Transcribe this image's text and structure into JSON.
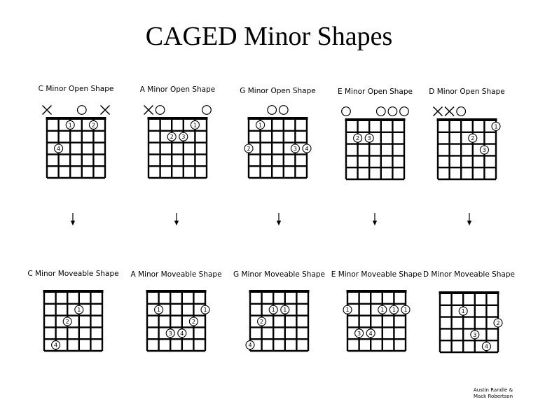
{
  "title": "CAGED Minor Shapes",
  "credits": [
    "Austin Randle &",
    "Mack Robertson"
  ],
  "diagram_data": {
    "open_shapes": [
      {
        "label": "C Minor Open Shape",
        "open_muted": [
          "x",
          "",
          "",
          "o",
          "",
          "x"
        ],
        "notes": [
          {
            "string": 3,
            "fret": 1,
            "finger": "1"
          },
          {
            "string": 5,
            "fret": 1,
            "finger": "2"
          },
          {
            "string": 2,
            "fret": 3,
            "finger": "4"
          }
        ]
      },
      {
        "label": "A Minor Open Shape",
        "open_muted": [
          "x",
          "o",
          "",
          "",
          "",
          "o"
        ],
        "notes": [
          {
            "string": 5,
            "fret": 1,
            "finger": "1"
          },
          {
            "string": 3,
            "fret": 2,
            "finger": "2"
          },
          {
            "string": 4,
            "fret": 2,
            "finger": "3"
          }
        ]
      },
      {
        "label": "G Minor Open Shape",
        "open_muted": [
          "",
          "",
          "o",
          "o",
          "",
          ""
        ],
        "notes": [
          {
            "string": 2,
            "fret": 1,
            "finger": "1"
          },
          {
            "string": 1,
            "fret": 3,
            "finger": "2"
          },
          {
            "string": 5,
            "fret": 3,
            "finger": "3"
          },
          {
            "string": 6,
            "fret": 3,
            "finger": "4"
          }
        ]
      },
      {
        "label": "E Minor Open Shape",
        "open_muted": [
          "o",
          "",
          "",
          "o",
          "o",
          "o"
        ],
        "notes": [
          {
            "string": 2,
            "fret": 2,
            "finger": "2"
          },
          {
            "string": 3,
            "fret": 2,
            "finger": "3"
          }
        ]
      },
      {
        "label": "D Minor Open Shape",
        "open_muted": [
          "x",
          "x",
          "o",
          "",
          "",
          ""
        ],
        "notes": [
          {
            "string": 6,
            "fret": 1,
            "finger": "1"
          },
          {
            "string": 4,
            "fret": 2,
            "finger": "2"
          },
          {
            "string": 5,
            "fret": 3,
            "finger": "3"
          }
        ]
      }
    ],
    "moveable_shapes": [
      {
        "label": "C Minor Moveable Shape",
        "notes": [
          {
            "string": 4,
            "fret": 2,
            "finger": "1"
          },
          {
            "string": 3,
            "fret": 3,
            "finger": "2"
          },
          {
            "string": 2,
            "fret": 5,
            "finger": "4"
          }
        ]
      },
      {
        "label": "A Minor Moveable Shape",
        "notes": [
          {
            "string": 2,
            "fret": 2,
            "finger": "1"
          },
          {
            "string": 6,
            "fret": 2,
            "finger": "1"
          },
          {
            "string": 5,
            "fret": 3,
            "finger": "2"
          },
          {
            "string": 3,
            "fret": 4,
            "finger": "3"
          },
          {
            "string": 4,
            "fret": 4,
            "finger": "4"
          }
        ]
      },
      {
        "label": "G Minor Moveable Shape",
        "notes": [
          {
            "string": 3,
            "fret": 2,
            "finger": "1"
          },
          {
            "string": 4,
            "fret": 2,
            "finger": "1"
          },
          {
            "string": 2,
            "fret": 3,
            "finger": "2"
          },
          {
            "string": 1,
            "fret": 5,
            "finger": "4"
          }
        ]
      },
      {
        "label": "E Minor Moveable Shape",
        "notes": [
          {
            "string": 1,
            "fret": 2,
            "finger": "1"
          },
          {
            "string": 4,
            "fret": 2,
            "finger": "1"
          },
          {
            "string": 5,
            "fret": 2,
            "finger": "1"
          },
          {
            "string": 6,
            "fret": 2,
            "finger": "1"
          },
          {
            "string": 2,
            "fret": 4,
            "finger": "3"
          },
          {
            "string": 3,
            "fret": 4,
            "finger": "4"
          }
        ]
      },
      {
        "label": "D Minor Moveable Shape",
        "notes": [
          {
            "string": 3,
            "fret": 2,
            "finger": "1"
          },
          {
            "string": 6,
            "fret": 3,
            "finger": "2"
          },
          {
            "string": 4,
            "fret": 4,
            "finger": "3"
          },
          {
            "string": 5,
            "fret": 5,
            "finger": "4"
          }
        ]
      }
    ]
  }
}
